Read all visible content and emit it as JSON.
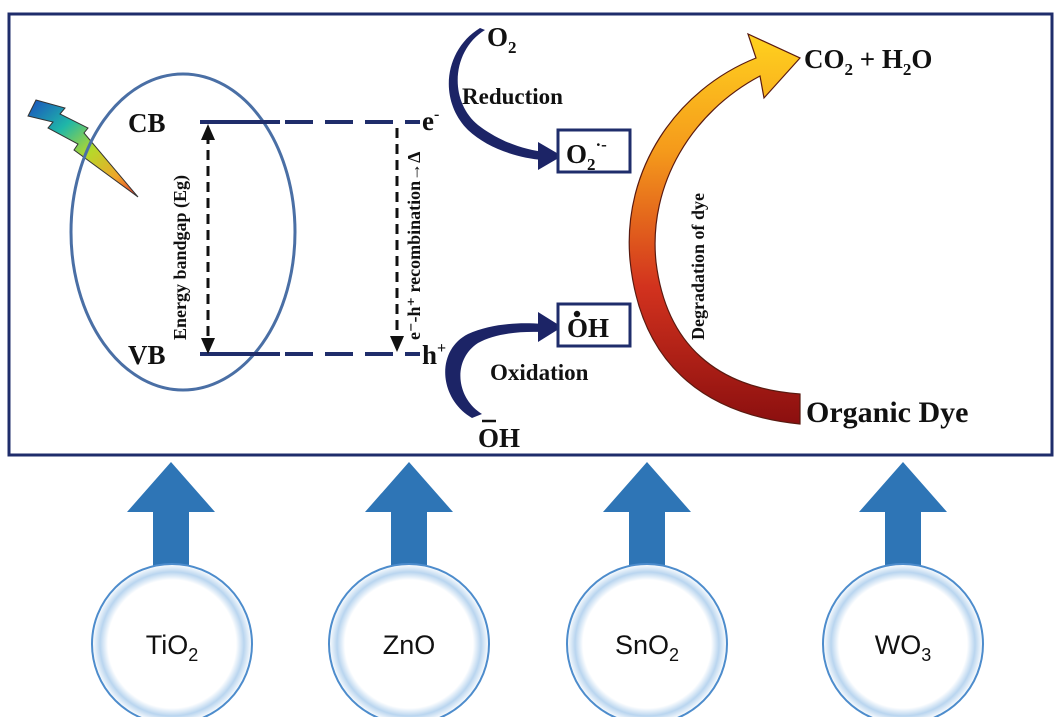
{
  "diagram": {
    "band_labels": {
      "cb": "CB",
      "vb": "VB",
      "energy_bandgap": "Energy bandgap (Eg)"
    },
    "carriers": {
      "electron": "e",
      "electron_sup": "-",
      "hole": "h",
      "hole_sup": "+"
    },
    "recombination": {
      "label": "e⁻-h⁺ recombination→Δ"
    },
    "reduction": {
      "reactant_base": "O",
      "reactant_sub": "2",
      "label": "Reduction",
      "product_base": "O",
      "product_sub": "2",
      "product_sup": "·-"
    },
    "oxidation": {
      "reactant": "OH",
      "label": "Oxidation",
      "product": "OH"
    },
    "degradation": {
      "label": "Degradation of dye",
      "source": "Organic Dye",
      "products": {
        "co": "CO",
        "co_sub": "2",
        "plus": " + H",
        "h_sub": "2",
        "o": "O"
      }
    },
    "materials": [
      {
        "base": "TiO",
        "sub": "2"
      },
      {
        "base": "ZnO",
        "sub": ""
      },
      {
        "base": "SnO",
        "sub": "2"
      },
      {
        "base": "WO",
        "sub": "3"
      }
    ],
    "colors": {
      "frame": "#1f2d6b",
      "arrow_dark": "#1c2466",
      "blue_arrow": "#2e75b6",
      "ellipse": "#4a6fa5",
      "circle_glow": "#6fa8dc"
    }
  }
}
